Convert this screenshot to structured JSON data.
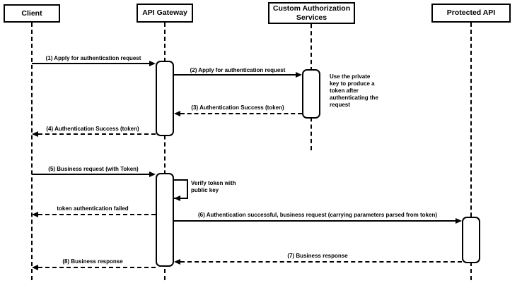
{
  "diagram_type": "sequence-diagram",
  "colors": {
    "line": "#000000",
    "background": "#ffffff",
    "text": "#000000"
  },
  "actors": [
    {
      "name": "Client"
    },
    {
      "name": "API Gateway"
    },
    {
      "name": "Custom Authorization Services"
    },
    {
      "name": "Protected API"
    }
  ],
  "messages": [
    {
      "label": "(1) Apply for authentication request",
      "style": "solid",
      "from": "Client",
      "to": "API Gateway"
    },
    {
      "label": "(2) Apply for authentication request",
      "style": "solid",
      "from": "API Gateway",
      "to": "Custom Authorization Services"
    },
    {
      "label": "(3) Authentication Success (token)",
      "style": "dashed",
      "from": "Custom Authorization Services",
      "to": "API Gateway"
    },
    {
      "label": "(4) Authentication Success (token)",
      "style": "dashed",
      "from": "API Gateway",
      "to": "Client"
    },
    {
      "label": "(5) Business request (with Token)",
      "style": "solid",
      "from": "Client",
      "to": "API Gateway"
    },
    {
      "label": "Verify token with public key",
      "style": "self",
      "from": "API Gateway",
      "to": "API Gateway"
    },
    {
      "label": "token authentication failed",
      "style": "dashed",
      "from": "API Gateway",
      "to": "Client"
    },
    {
      "label": "(6) Authentication successful, business request (carrying parameters parsed from token)",
      "style": "solid",
      "from": "API Gateway",
      "to": "Protected API"
    },
    {
      "label": "(7) Business response",
      "style": "dashed",
      "from": "Protected API",
      "to": "API Gateway"
    },
    {
      "label": "(8) Business response",
      "style": "dashed",
      "from": "API Gateway",
      "to": "Client"
    }
  ],
  "note": {
    "text": "Use the private key to produce a token after authenticating the request",
    "attached_to": "Custom Authorization Services"
  }
}
